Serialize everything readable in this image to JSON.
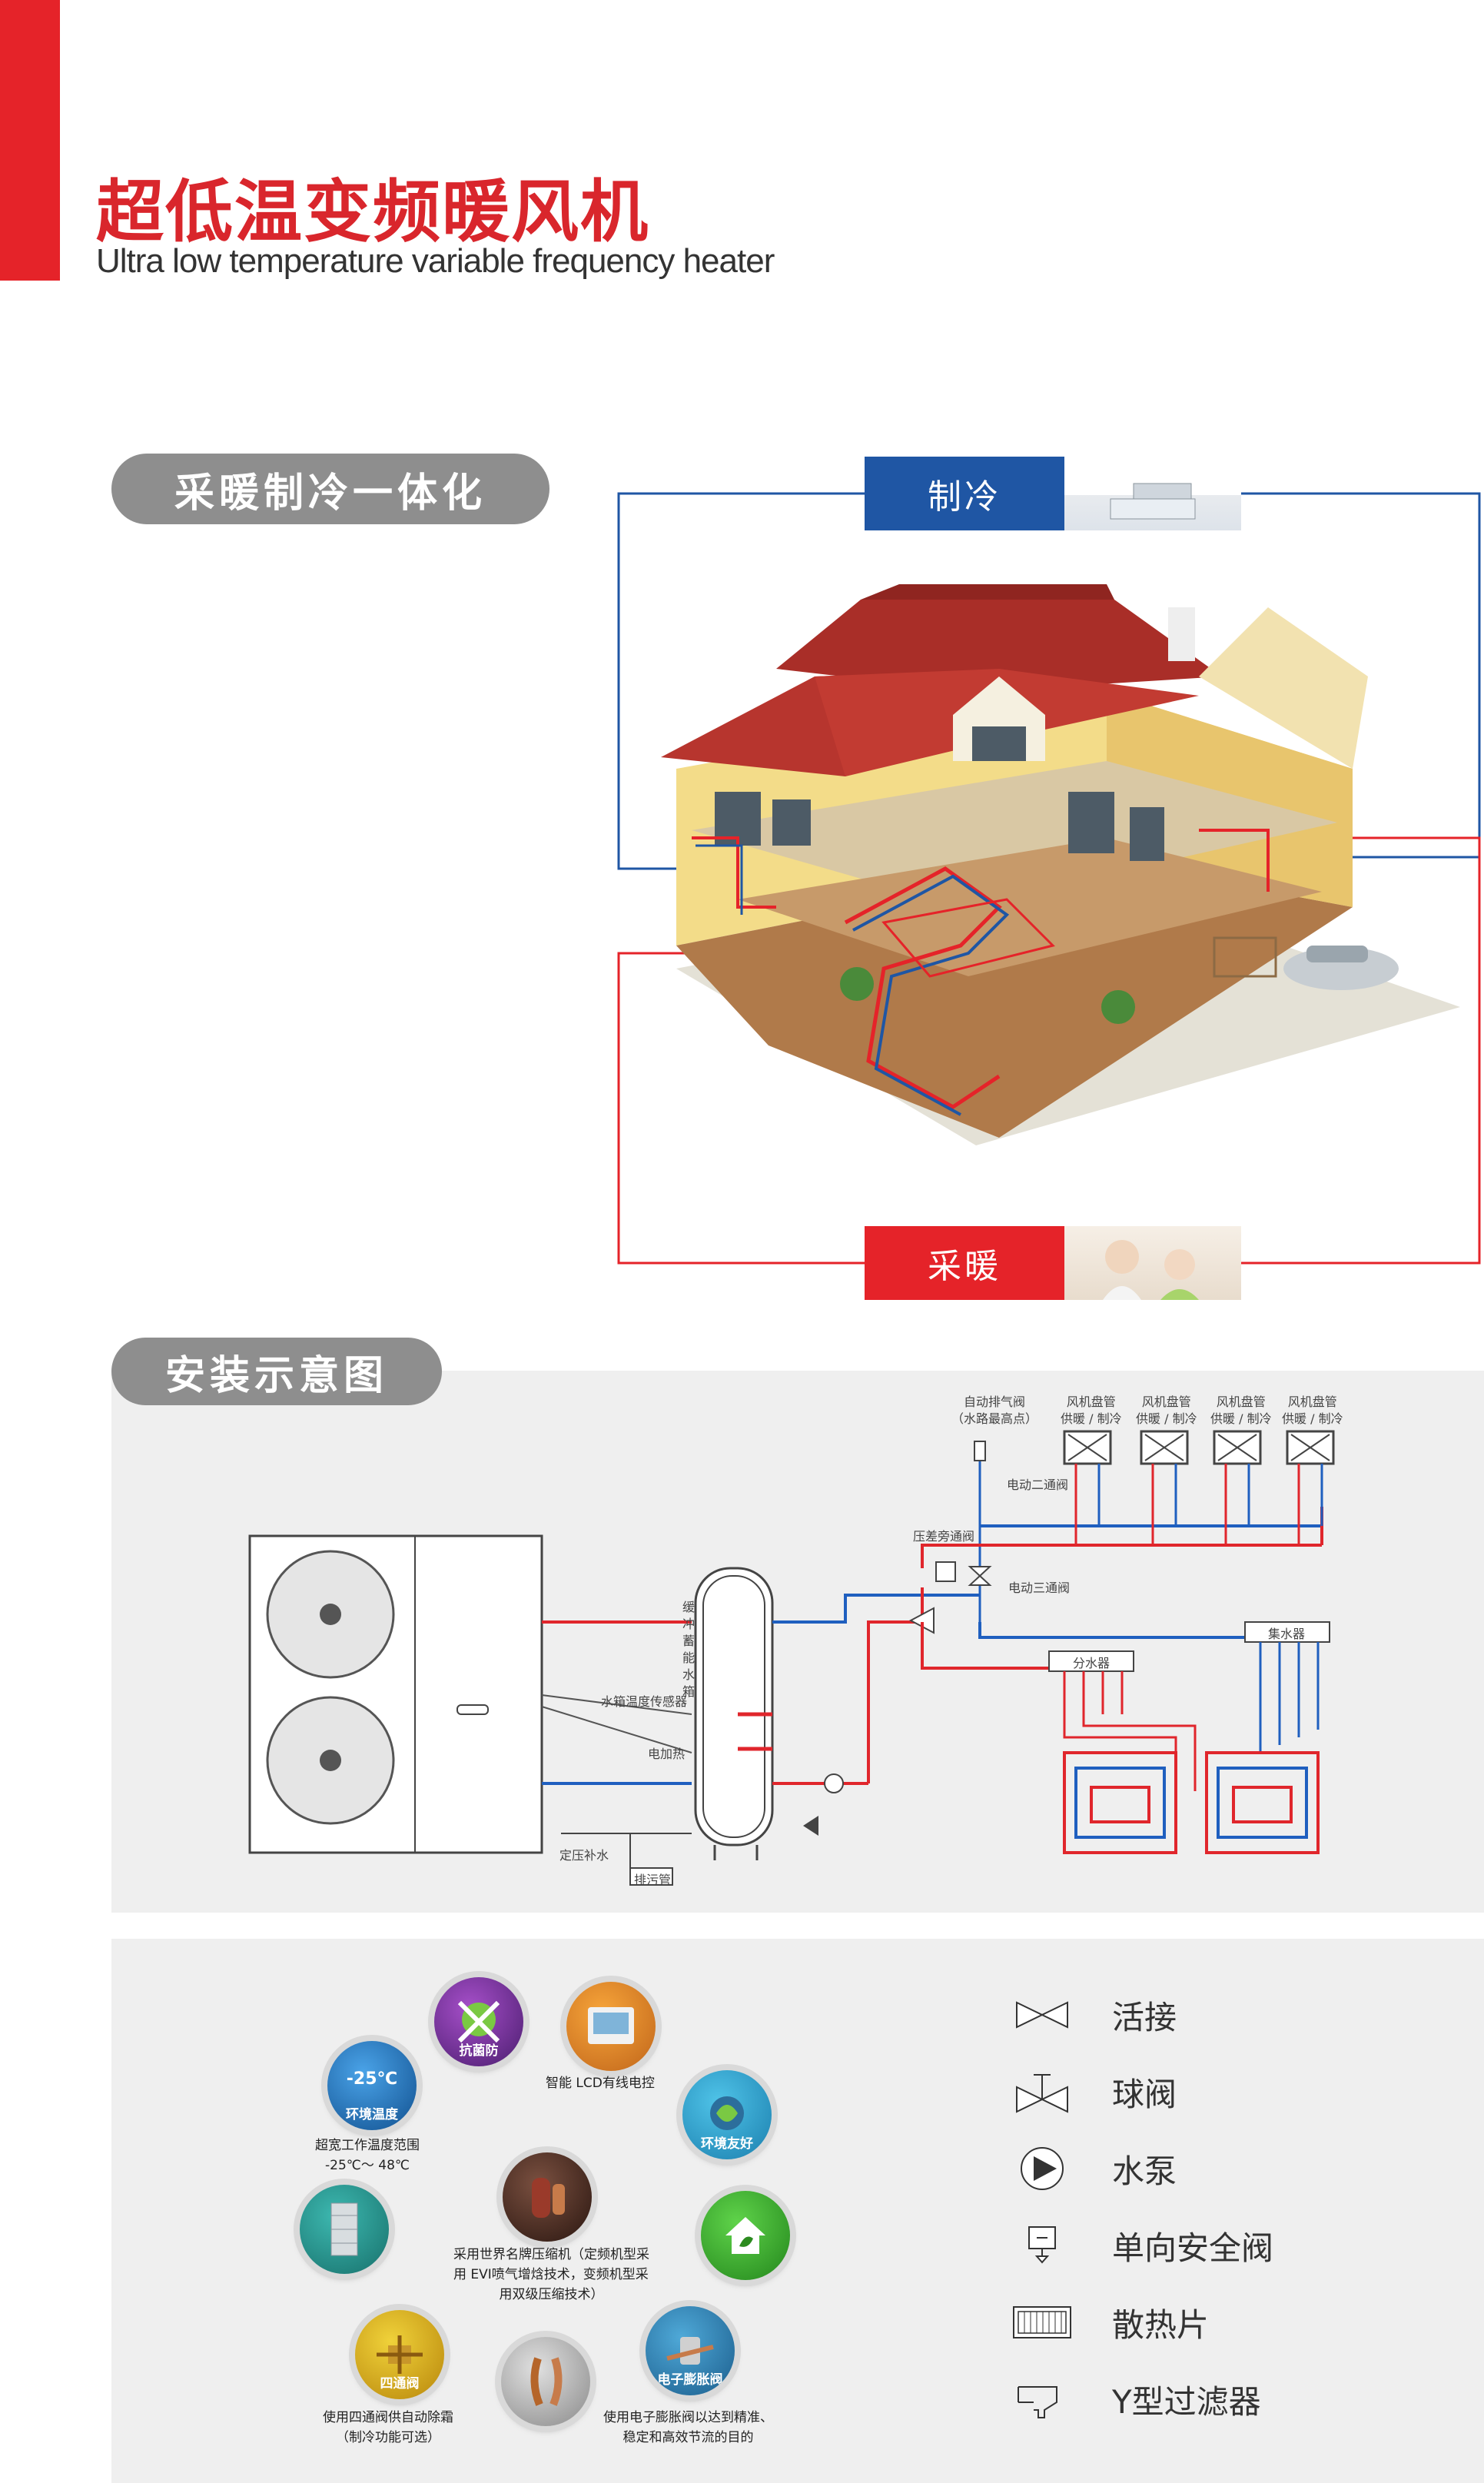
{
  "header": {
    "title_cn": "超低温变频暖风机",
    "title_en": "Ultra low temperature variable frequency heater"
  },
  "section1": {
    "pill": "采暖制冷一体化",
    "cool_label": "制冷",
    "heat_label": "采暖"
  },
  "section2": {
    "pill": "安装示意图",
    "auto_vent": "自动排气阀",
    "auto_vent_note": "（水路最高点）",
    "fan_coil": "风机盘管",
    "fan_coil_mode": "供暖 / 制冷",
    "elec_2way": "电动二通阀",
    "bypass": "压差旁通阀",
    "elec_3way": "电动三通阀",
    "buffer_tank": "缓冲蓄能水箱",
    "tank_sensor": "水箱温度传感器",
    "elec_heater": "电加热",
    "make_up": "定压补水",
    "drain": "排污管",
    "collector": "集水器",
    "distributor": "分水器"
  },
  "features": {
    "f1_icon": "-25℃",
    "f1_sub": "环境温度",
    "f1_cap1": "超宽工作温度范围",
    "f1_cap2": "-25℃～ 48℃",
    "f2_sub": "抗菌防",
    "f3_cap": "智能 LCD有线电控",
    "f4_sub": "环境友好",
    "f5_cap1": "采用世界名牌压缩机（定频机型采",
    "f5_cap2": "用 EVI喷气增焓技术，变频机型采",
    "f5_cap3": "用双级压缩技术）",
    "f6_sub": "四通阀",
    "f6_cap1": "使用四通阀供自动除霜",
    "f6_cap2": "（制冷功能可选）",
    "f7_sub": "电子膨胀阀",
    "f7_cap1": "使用电子膨胀阀以达到精准、",
    "f7_cap2": "稳定和高效节流的目的"
  },
  "legend": {
    "items": [
      {
        "label": "活接",
        "icon": "union-icon"
      },
      {
        "label": "球阀",
        "icon": "ball-valve-icon"
      },
      {
        "label": "水泵",
        "icon": "pump-icon"
      },
      {
        "label": "单向安全阀",
        "icon": "check-valve-icon"
      },
      {
        "label": "散热片",
        "icon": "radiator-icon"
      },
      {
        "label": "Y型过滤器",
        "icon": "y-filter-icon"
      }
    ]
  },
  "colors": {
    "brand_red": "#e52329",
    "brand_blue": "#1f56a4",
    "pill_gray": "#8e8e8e",
    "pipe_red": "#e0262c",
    "pipe_blue": "#1f5fbf"
  }
}
